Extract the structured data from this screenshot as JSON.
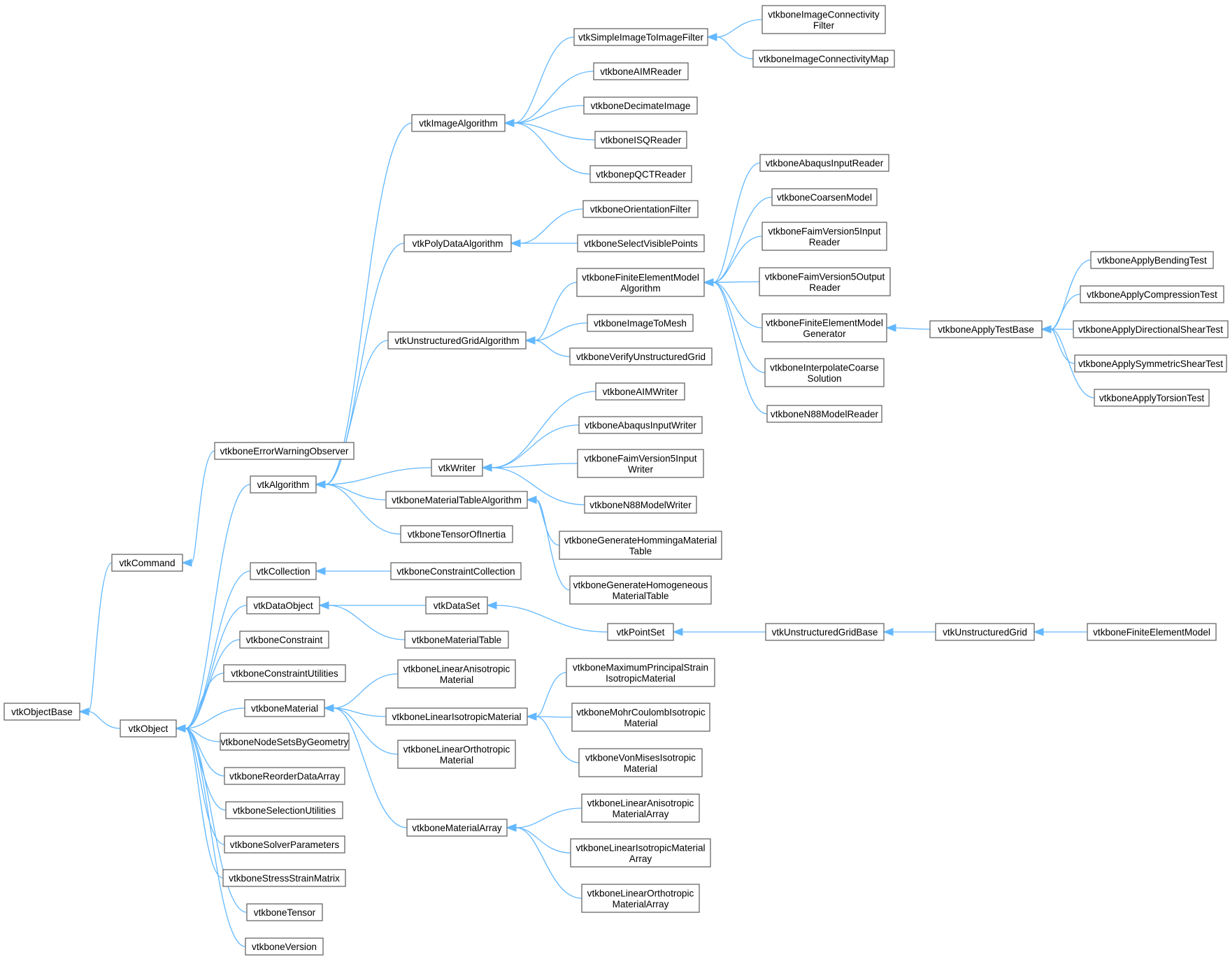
{
  "diagram": {
    "type": "class-inheritance-graph",
    "colors": {
      "edge": "#63b8ff",
      "node_border": "#666666",
      "node_fill": "#ffffff",
      "text": "#000000"
    },
    "nodes": [
      {
        "id": "n_objectbase",
        "lines": [
          "vtkObjectBase"
        ]
      },
      {
        "id": "n_command",
        "lines": [
          "vtkCommand"
        ]
      },
      {
        "id": "n_object",
        "lines": [
          "vtkObject"
        ]
      },
      {
        "id": "n_errwarn",
        "lines": [
          "vtkboneErrorWarningObserver"
        ]
      },
      {
        "id": "n_algorithm",
        "lines": [
          "vtkAlgorithm"
        ]
      },
      {
        "id": "n_collection",
        "lines": [
          "vtkCollection"
        ]
      },
      {
        "id": "n_dataobject",
        "lines": [
          "vtkDataObject"
        ]
      },
      {
        "id": "n_constraint",
        "lines": [
          "vtkboneConstraint"
        ]
      },
      {
        "id": "n_constraintutil",
        "lines": [
          "vtkboneConstraintUtilities"
        ]
      },
      {
        "id": "n_material",
        "lines": [
          "vtkboneMaterial"
        ]
      },
      {
        "id": "n_nodesets",
        "lines": [
          "vtkboneNodeSetsByGeometry"
        ]
      },
      {
        "id": "n_reorder",
        "lines": [
          "vtkboneReorderDataArray"
        ]
      },
      {
        "id": "n_selutil",
        "lines": [
          "vtkboneSelectionUtilities"
        ]
      },
      {
        "id": "n_solverparams",
        "lines": [
          "vtkboneSolverParameters"
        ]
      },
      {
        "id": "n_stressstrain",
        "lines": [
          "vtkboneStressStrainMatrix"
        ]
      },
      {
        "id": "n_tensor",
        "lines": [
          "vtkboneTensor"
        ]
      },
      {
        "id": "n_version",
        "lines": [
          "vtkboneVersion"
        ]
      },
      {
        "id": "n_imagealgo",
        "lines": [
          "vtkImageAlgorithm"
        ]
      },
      {
        "id": "n_polydataalgo",
        "lines": [
          "vtkPolyDataAlgorithm"
        ]
      },
      {
        "id": "n_ugridalgo",
        "lines": [
          "vtkUnstructuredGridAlgorithm"
        ]
      },
      {
        "id": "n_writer",
        "lines": [
          "vtkWriter"
        ]
      },
      {
        "id": "n_mattablealgo",
        "lines": [
          "vtkboneMaterialTableAlgorithm"
        ]
      },
      {
        "id": "n_tensorinertia",
        "lines": [
          "vtkboneTensorOfInertia"
        ]
      },
      {
        "id": "n_constraintcoll",
        "lines": [
          "vtkboneConstraintCollection"
        ]
      },
      {
        "id": "n_dataset",
        "lines": [
          "vtkDataSet"
        ]
      },
      {
        "id": "n_mattable",
        "lines": [
          "vtkboneMaterialTable"
        ]
      },
      {
        "id": "n_linaniso",
        "lines": [
          "vtkboneLinearAnisotropic",
          "Material"
        ]
      },
      {
        "id": "n_liniso",
        "lines": [
          "vtkboneLinearIsotropicMaterial"
        ]
      },
      {
        "id": "n_linortho",
        "lines": [
          "vtkboneLinearOrthotropic",
          "Material"
        ]
      },
      {
        "id": "n_matarray",
        "lines": [
          "vtkboneMaterialArray"
        ]
      },
      {
        "id": "n_simpleimg",
        "lines": [
          "vtkSimpleImageToImageFilter"
        ]
      },
      {
        "id": "n_aimreader",
        "lines": [
          "vtkboneAIMReader"
        ]
      },
      {
        "id": "n_decimate",
        "lines": [
          "vtkboneDecimateImage"
        ]
      },
      {
        "id": "n_isqreader",
        "lines": [
          "vtkboneISQReader"
        ]
      },
      {
        "id": "n_pqctreader",
        "lines": [
          "vtkbonepQCTReader"
        ]
      },
      {
        "id": "n_orientfilter",
        "lines": [
          "vtkboneOrientationFilter"
        ]
      },
      {
        "id": "n_selvispts",
        "lines": [
          "vtkboneSelectVisiblePoints"
        ]
      },
      {
        "id": "n_femalgo",
        "lines": [
          "vtkboneFiniteElementModel",
          "Algorithm"
        ]
      },
      {
        "id": "n_imgtomesh",
        "lines": [
          "vtkboneImageToMesh"
        ]
      },
      {
        "id": "n_verifyugrid",
        "lines": [
          "vtkboneVerifyUnstructuredGrid"
        ]
      },
      {
        "id": "n_aimwriter",
        "lines": [
          "vtkboneAIMWriter"
        ]
      },
      {
        "id": "n_abaqwriter",
        "lines": [
          "vtkboneAbaqusInputWriter"
        ]
      },
      {
        "id": "n_faimwriter",
        "lines": [
          "vtkboneFaimVersion5Input",
          "Writer"
        ]
      },
      {
        "id": "n_n88writer",
        "lines": [
          "vtkboneN88ModelWriter"
        ]
      },
      {
        "id": "n_homminga",
        "lines": [
          "vtkboneGenerateHommingaMaterial",
          "Table"
        ]
      },
      {
        "id": "n_homogeneous",
        "lines": [
          "vtkboneGenerateHomogeneous",
          "MaterialTable"
        ]
      },
      {
        "id": "n_pointset",
        "lines": [
          "vtkPointSet"
        ]
      },
      {
        "id": "n_maxprinc",
        "lines": [
          "vtkboneMaximumPrincipalStrain",
          "IsotropicMaterial"
        ]
      },
      {
        "id": "n_mohr",
        "lines": [
          "vtkboneMohrCoulombIsotropic",
          "Material"
        ]
      },
      {
        "id": "n_vonmises",
        "lines": [
          "vtkboneVonMisesIsotropic",
          "Material"
        ]
      },
      {
        "id": "n_linanisoarr",
        "lines": [
          "vtkboneLinearAnisotropic",
          "MaterialArray"
        ]
      },
      {
        "id": "n_linisoarr",
        "lines": [
          "vtkboneLinearIsotropicMaterial",
          "Array"
        ]
      },
      {
        "id": "n_linorthoarr",
        "lines": [
          "vtkboneLinearOrthotropic",
          "MaterialArray"
        ]
      },
      {
        "id": "n_imgconnfilter",
        "lines": [
          "vtkboneImageConnectivity",
          "Filter"
        ]
      },
      {
        "id": "n_imgconnmap",
        "lines": [
          "vtkboneImageConnectivityMap"
        ]
      },
      {
        "id": "n_abaqreader",
        "lines": [
          "vtkboneAbaqusInputReader"
        ]
      },
      {
        "id": "n_coarsen",
        "lines": [
          "vtkboneCoarsenModel"
        ]
      },
      {
        "id": "n_faiminreader",
        "lines": [
          "vtkboneFaimVersion5Input",
          "Reader"
        ]
      },
      {
        "id": "n_faimoutreader",
        "lines": [
          "vtkboneFaimVersion5Output",
          "Reader"
        ]
      },
      {
        "id": "n_femgen",
        "lines": [
          "vtkboneFiniteElementModel",
          "Generator"
        ]
      },
      {
        "id": "n_interpcoarse",
        "lines": [
          "vtkboneInterpolateCoarse",
          "Solution"
        ]
      },
      {
        "id": "n_n88reader",
        "lines": [
          "vtkboneN88ModelReader"
        ]
      },
      {
        "id": "n_ugridbase",
        "lines": [
          "vtkUnstructuredGridBase"
        ]
      },
      {
        "id": "n_testbase",
        "lines": [
          "vtkboneApplyTestBase"
        ]
      },
      {
        "id": "n_ugrid",
        "lines": [
          "vtkUnstructuredGrid"
        ]
      },
      {
        "id": "n_bending",
        "lines": [
          "vtkboneApplyBendingTest"
        ]
      },
      {
        "id": "n_compression",
        "lines": [
          "vtkboneApplyCompressionTest"
        ]
      },
      {
        "id": "n_dirshear",
        "lines": [
          "vtkboneApplyDirectionalShearTest"
        ]
      },
      {
        "id": "n_symshear",
        "lines": [
          "vtkboneApplySymmetricShearTest"
        ]
      },
      {
        "id": "n_torsion",
        "lines": [
          "vtkboneApplyTorsionTest"
        ]
      },
      {
        "id": "n_femodel",
        "lines": [
          "vtkboneFiniteElementModel"
        ]
      }
    ],
    "edges": [
      {
        "from": "n_command",
        "to": "n_objectbase"
      },
      {
        "from": "n_object",
        "to": "n_objectbase"
      },
      {
        "from": "n_errwarn",
        "to": "n_command"
      },
      {
        "from": "n_algorithm",
        "to": "n_object"
      },
      {
        "from": "n_collection",
        "to": "n_object"
      },
      {
        "from": "n_dataobject",
        "to": "n_object"
      },
      {
        "from": "n_constraint",
        "to": "n_object"
      },
      {
        "from": "n_constraintutil",
        "to": "n_object"
      },
      {
        "from": "n_material",
        "to": "n_object"
      },
      {
        "from": "n_nodesets",
        "to": "n_object"
      },
      {
        "from": "n_reorder",
        "to": "n_object"
      },
      {
        "from": "n_selutil",
        "to": "n_object"
      },
      {
        "from": "n_solverparams",
        "to": "n_object"
      },
      {
        "from": "n_stressstrain",
        "to": "n_object"
      },
      {
        "from": "n_tensor",
        "to": "n_object"
      },
      {
        "from": "n_version",
        "to": "n_object"
      },
      {
        "from": "n_imagealgo",
        "to": "n_algorithm"
      },
      {
        "from": "n_polydataalgo",
        "to": "n_algorithm"
      },
      {
        "from": "n_ugridalgo",
        "to": "n_algorithm"
      },
      {
        "from": "n_writer",
        "to": "n_algorithm"
      },
      {
        "from": "n_mattablealgo",
        "to": "n_algorithm"
      },
      {
        "from": "n_tensorinertia",
        "to": "n_algorithm"
      },
      {
        "from": "n_constraintcoll",
        "to": "n_collection"
      },
      {
        "from": "n_dataset",
        "to": "n_dataobject"
      },
      {
        "from": "n_mattable",
        "to": "n_dataobject"
      },
      {
        "from": "n_linaniso",
        "to": "n_material"
      },
      {
        "from": "n_liniso",
        "to": "n_material"
      },
      {
        "from": "n_linortho",
        "to": "n_material"
      },
      {
        "from": "n_matarray",
        "to": "n_material"
      },
      {
        "from": "n_simpleimg",
        "to": "n_imagealgo"
      },
      {
        "from": "n_aimreader",
        "to": "n_imagealgo"
      },
      {
        "from": "n_decimate",
        "to": "n_imagealgo"
      },
      {
        "from": "n_isqreader",
        "to": "n_imagealgo"
      },
      {
        "from": "n_pqctreader",
        "to": "n_imagealgo"
      },
      {
        "from": "n_orientfilter",
        "to": "n_polydataalgo"
      },
      {
        "from": "n_selvispts",
        "to": "n_polydataalgo"
      },
      {
        "from": "n_femalgo",
        "to": "n_ugridalgo"
      },
      {
        "from": "n_imgtomesh",
        "to": "n_ugridalgo"
      },
      {
        "from": "n_verifyugrid",
        "to": "n_ugridalgo"
      },
      {
        "from": "n_aimwriter",
        "to": "n_writer"
      },
      {
        "from": "n_abaqwriter",
        "to": "n_writer"
      },
      {
        "from": "n_faimwriter",
        "to": "n_writer"
      },
      {
        "from": "n_n88writer",
        "to": "n_writer"
      },
      {
        "from": "n_homminga",
        "to": "n_mattablealgo"
      },
      {
        "from": "n_homogeneous",
        "to": "n_mattablealgo"
      },
      {
        "from": "n_pointset",
        "to": "n_dataset"
      },
      {
        "from": "n_maxprinc",
        "to": "n_liniso"
      },
      {
        "from": "n_mohr",
        "to": "n_liniso"
      },
      {
        "from": "n_vonmises",
        "to": "n_liniso"
      },
      {
        "from": "n_linanisoarr",
        "to": "n_matarray"
      },
      {
        "from": "n_linisoarr",
        "to": "n_matarray"
      },
      {
        "from": "n_linorthoarr",
        "to": "n_matarray"
      },
      {
        "from": "n_imgconnfilter",
        "to": "n_simpleimg"
      },
      {
        "from": "n_imgconnmap",
        "to": "n_simpleimg"
      },
      {
        "from": "n_abaqreader",
        "to": "n_femalgo"
      },
      {
        "from": "n_coarsen",
        "to": "n_femalgo"
      },
      {
        "from": "n_faiminreader",
        "to": "n_femalgo"
      },
      {
        "from": "n_faimoutreader",
        "to": "n_femalgo"
      },
      {
        "from": "n_femgen",
        "to": "n_femalgo"
      },
      {
        "from": "n_interpcoarse",
        "to": "n_femalgo"
      },
      {
        "from": "n_n88reader",
        "to": "n_femalgo"
      },
      {
        "from": "n_ugridbase",
        "to": "n_pointset"
      },
      {
        "from": "n_testbase",
        "to": "n_femgen"
      },
      {
        "from": "n_ugrid",
        "to": "n_ugridbase"
      },
      {
        "from": "n_bending",
        "to": "n_testbase"
      },
      {
        "from": "n_compression",
        "to": "n_testbase"
      },
      {
        "from": "n_dirshear",
        "to": "n_testbase"
      },
      {
        "from": "n_symshear",
        "to": "n_testbase"
      },
      {
        "from": "n_torsion",
        "to": "n_testbase"
      },
      {
        "from": "n_femodel",
        "to": "n_ugrid"
      }
    ]
  }
}
